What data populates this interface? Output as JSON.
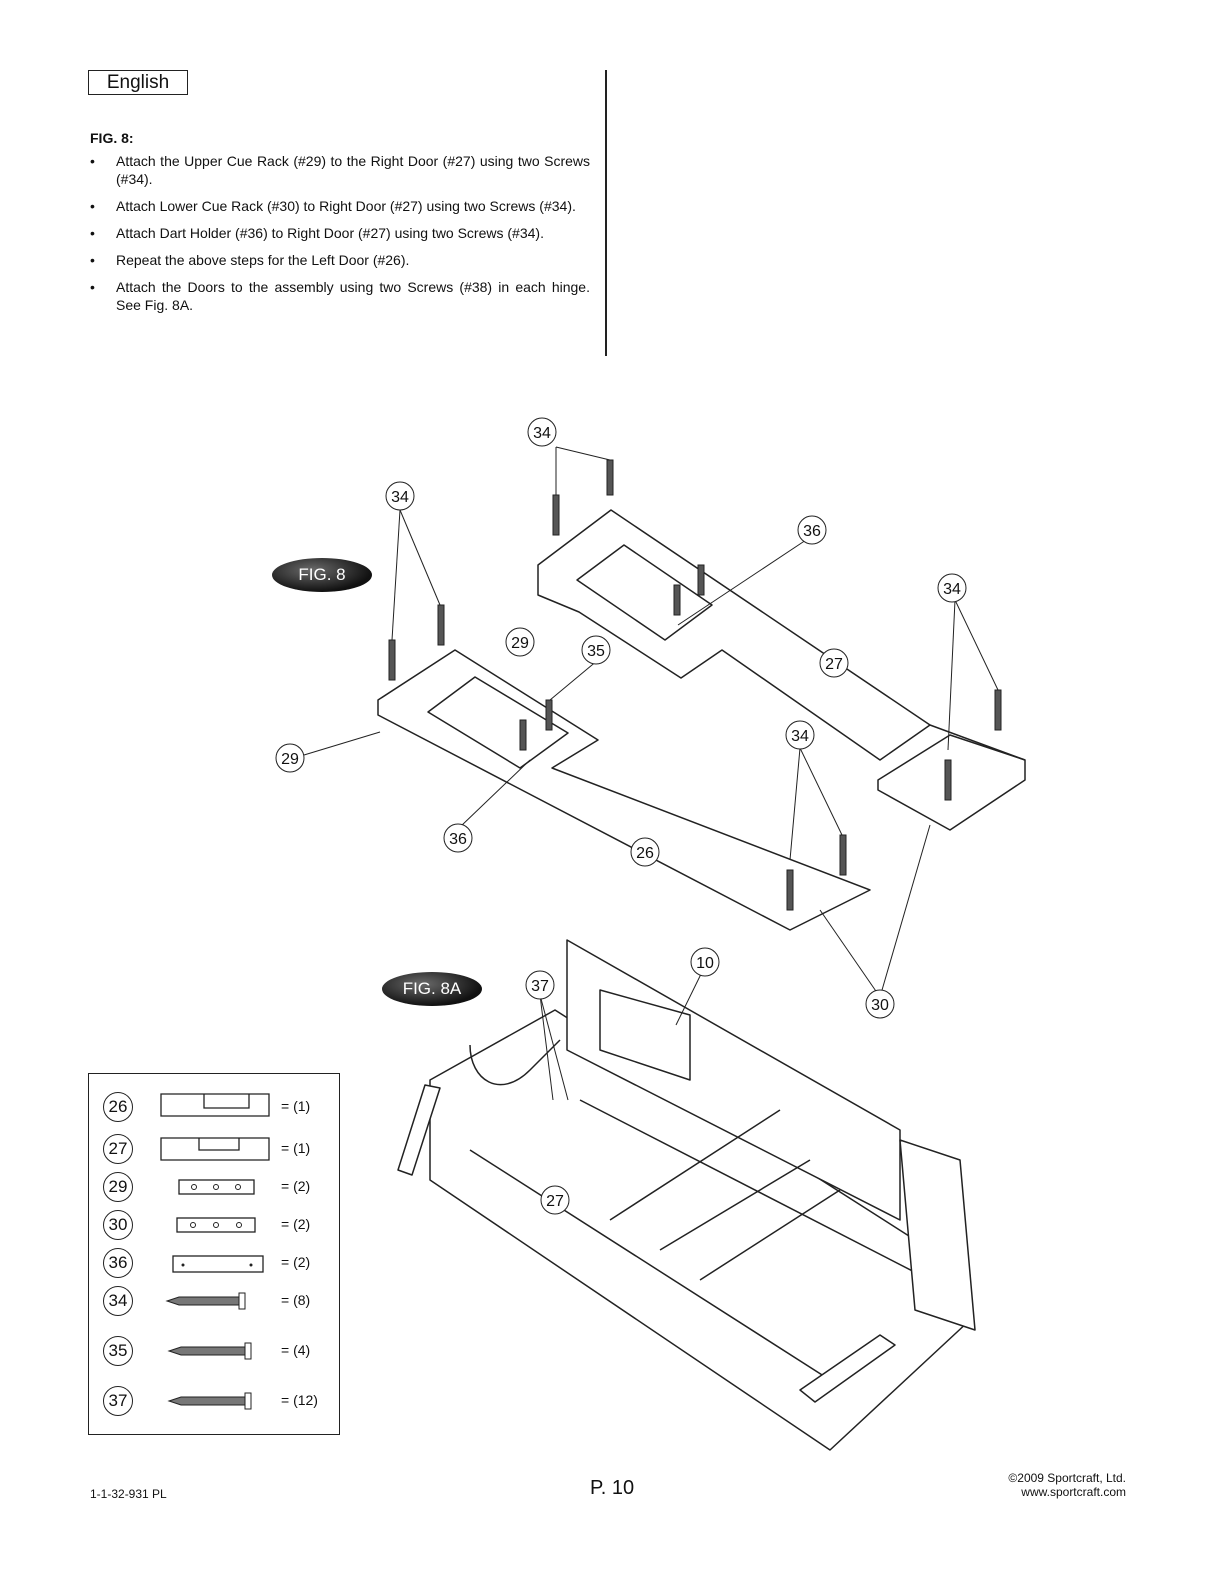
{
  "header": {
    "language": "English"
  },
  "section": {
    "title": "FIG. 8:",
    "steps": [
      "Attach the Upper Cue Rack (#29) to the Right Door (#27) using two Screws (#34).",
      "Attach Lower Cue Rack (#30) to Right Door (#27) using two Screws (#34).",
      "Attach Dart Holder (#36) to Right Door (#27) using two Screws (#34).",
      "Repeat the above steps for the Left Door (#26).",
      "Attach the Doors to the assembly using two Screws (#38) in each hinge. See Fig. 8A."
    ]
  },
  "figures": {
    "fig8_label": "FIG. 8",
    "fig8a_label": "FIG. 8A",
    "callouts": [
      "34",
      "34",
      "36",
      "34",
      "29",
      "35",
      "27",
      "29",
      "34",
      "36",
      "26",
      "30",
      "10",
      "37",
      "27"
    ]
  },
  "parts": [
    {
      "num": "26",
      "qty": "= (1)"
    },
    {
      "num": "27",
      "qty": "= (1)"
    },
    {
      "num": "29",
      "qty": "= (2)"
    },
    {
      "num": "30",
      "qty": "= (2)"
    },
    {
      "num": "36",
      "qty": "= (2)"
    },
    {
      "num": "34",
      "qty": "= (8)"
    },
    {
      "num": "35",
      "qty": "= (4)"
    },
    {
      "num": "37",
      "qty": "= (12)"
    }
  ],
  "footer": {
    "part_code": "1-1-32-931 PL",
    "page": "P. 10",
    "copyright": "©2009 Sportcraft, Ltd.",
    "website": "www.sportcraft.com"
  }
}
